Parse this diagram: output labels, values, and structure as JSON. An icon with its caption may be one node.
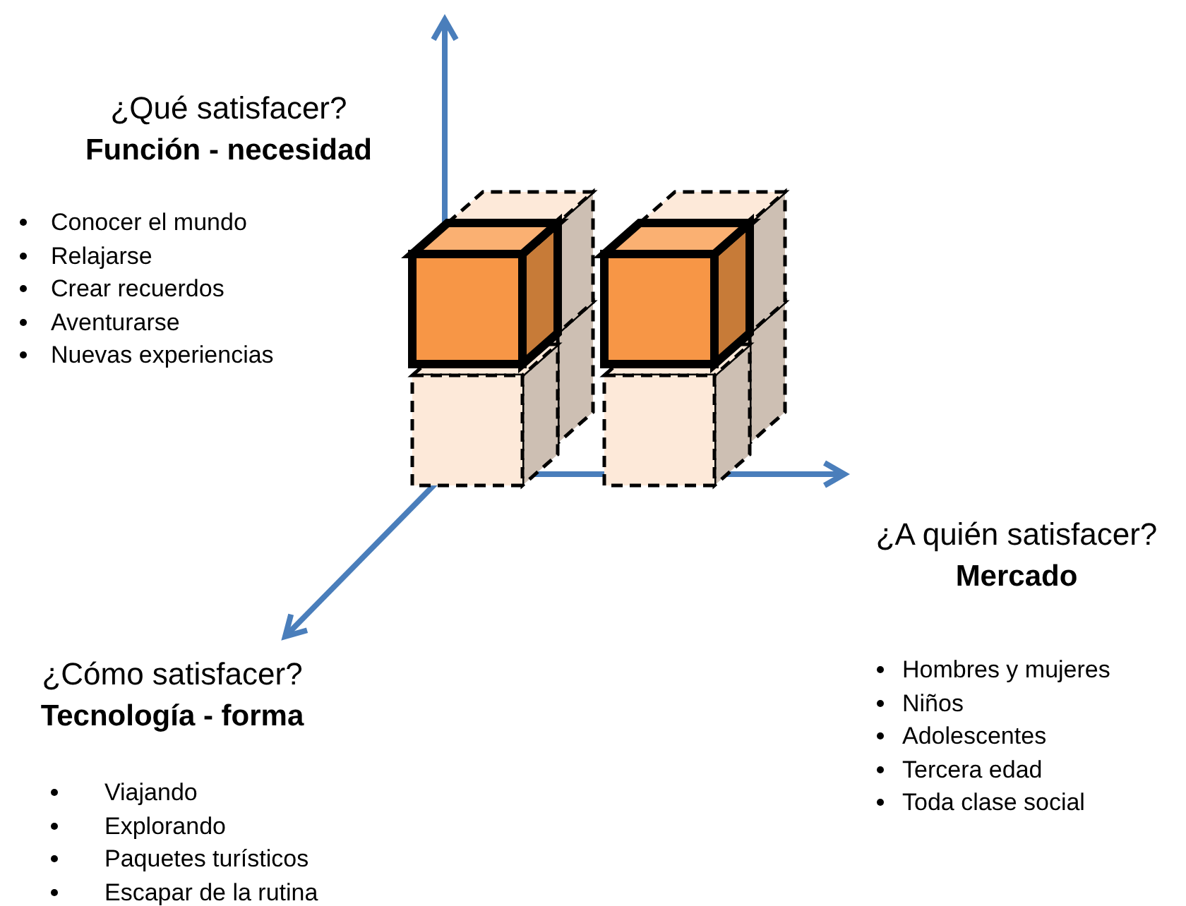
{
  "diagram": {
    "labels": [
      "¿Qué satisfacer?",
      "Función - necesidad",
      "Conocer el mundo",
      "Relajarse",
      "Crear recuerdos",
      "Aventurarse",
      "Nuevas experiencias",
      "¿A quién satisfacer?",
      "Mercado",
      "Hombres y mujeres",
      "Niños",
      "Adolescentes",
      "Tercera edad",
      "Toda clase social",
      "¿Cómo satisfacer?",
      "Tecnología - forma",
      "Viajando",
      "Explorando",
      "Paquetes turísticos",
      "Escapar de la rutina"
    ]
  }
}
